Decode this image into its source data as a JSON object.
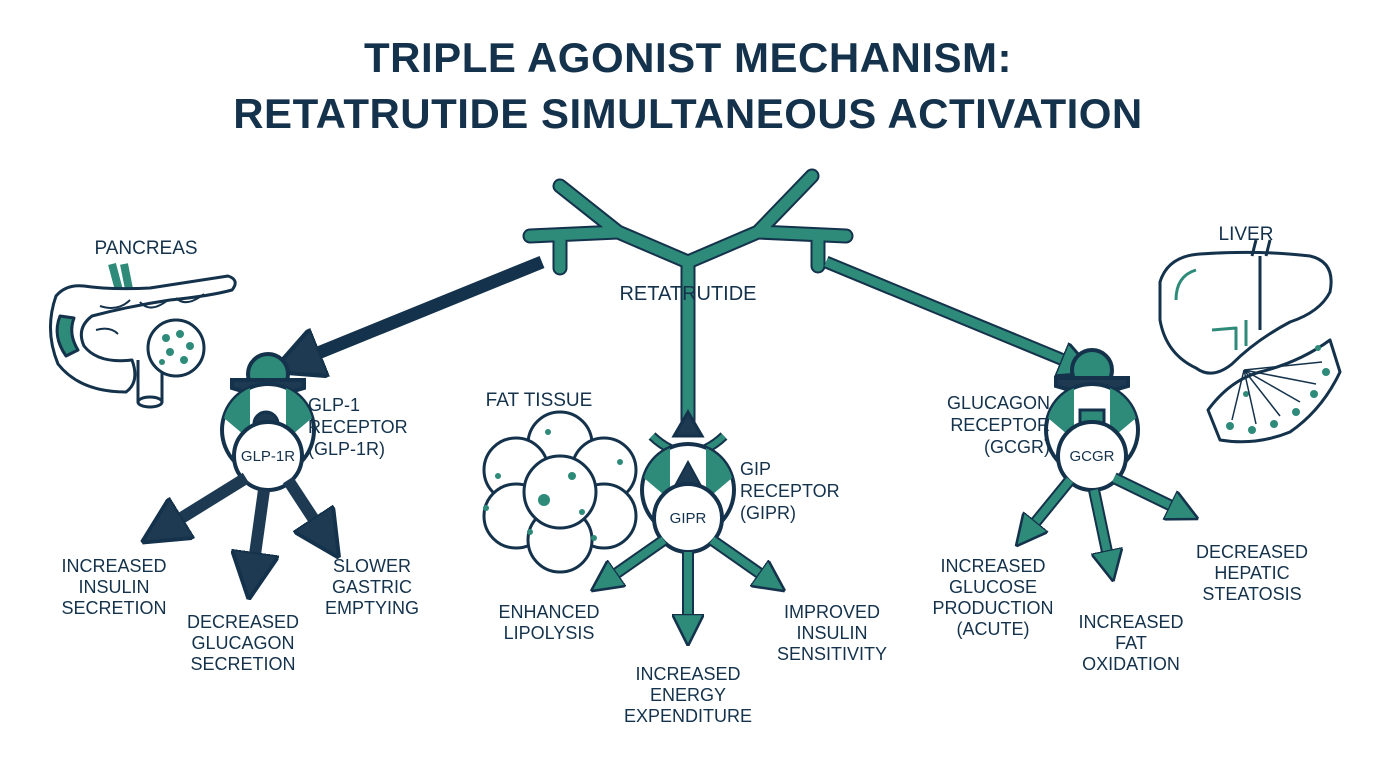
{
  "title": {
    "line1": "TRIPLE AGONIST MECHANISM:",
    "line2": "RETATRUTIDE SIMULTANEOUS ACTIVATION"
  },
  "drug": {
    "label": "RETATRUTIDE"
  },
  "organs": {
    "pancreas": "PANCREAS",
    "fat": "FAT TISSUE",
    "liver": "LIVER"
  },
  "receptors": {
    "glp1": {
      "name": "GLP-1\nRECEPTOR\n(GLP-1R)",
      "code": "GLP-1R"
    },
    "gip": {
      "name": "GIP\nRECEPTOR\n(GIPR)",
      "code": "GIPR"
    },
    "gcgr": {
      "name": "GLUCAGON\nRECEPTOR\n(GCGR)",
      "code": "GCGR"
    }
  },
  "effects": {
    "glp1": [
      "INCREASED\nINSULIN\nSECRETION",
      "DECREASED\nGLUCAGON\nSECRETION",
      "SLOWER\nGASTRIC\nEMPTYING"
    ],
    "gip": [
      "ENHANCED\nLIPOLYSIS",
      "INCREASED\nENERGY\nEXPENDITURE",
      "IMPROVED\nINSULIN\nSENSITIVITY"
    ],
    "gcgr": [
      "INCREASED\nGLUCOSE\nPRODUCTION\n(ACUTE)",
      "INCREASED\nFAT\nOXIDATION",
      "DECREASED\nHEPATIC\nSTEATOSIS"
    ]
  },
  "colors": {
    "navy": "#14324b",
    "teal": "#2e8a79",
    "teal_fill": "#3a9d8a"
  }
}
